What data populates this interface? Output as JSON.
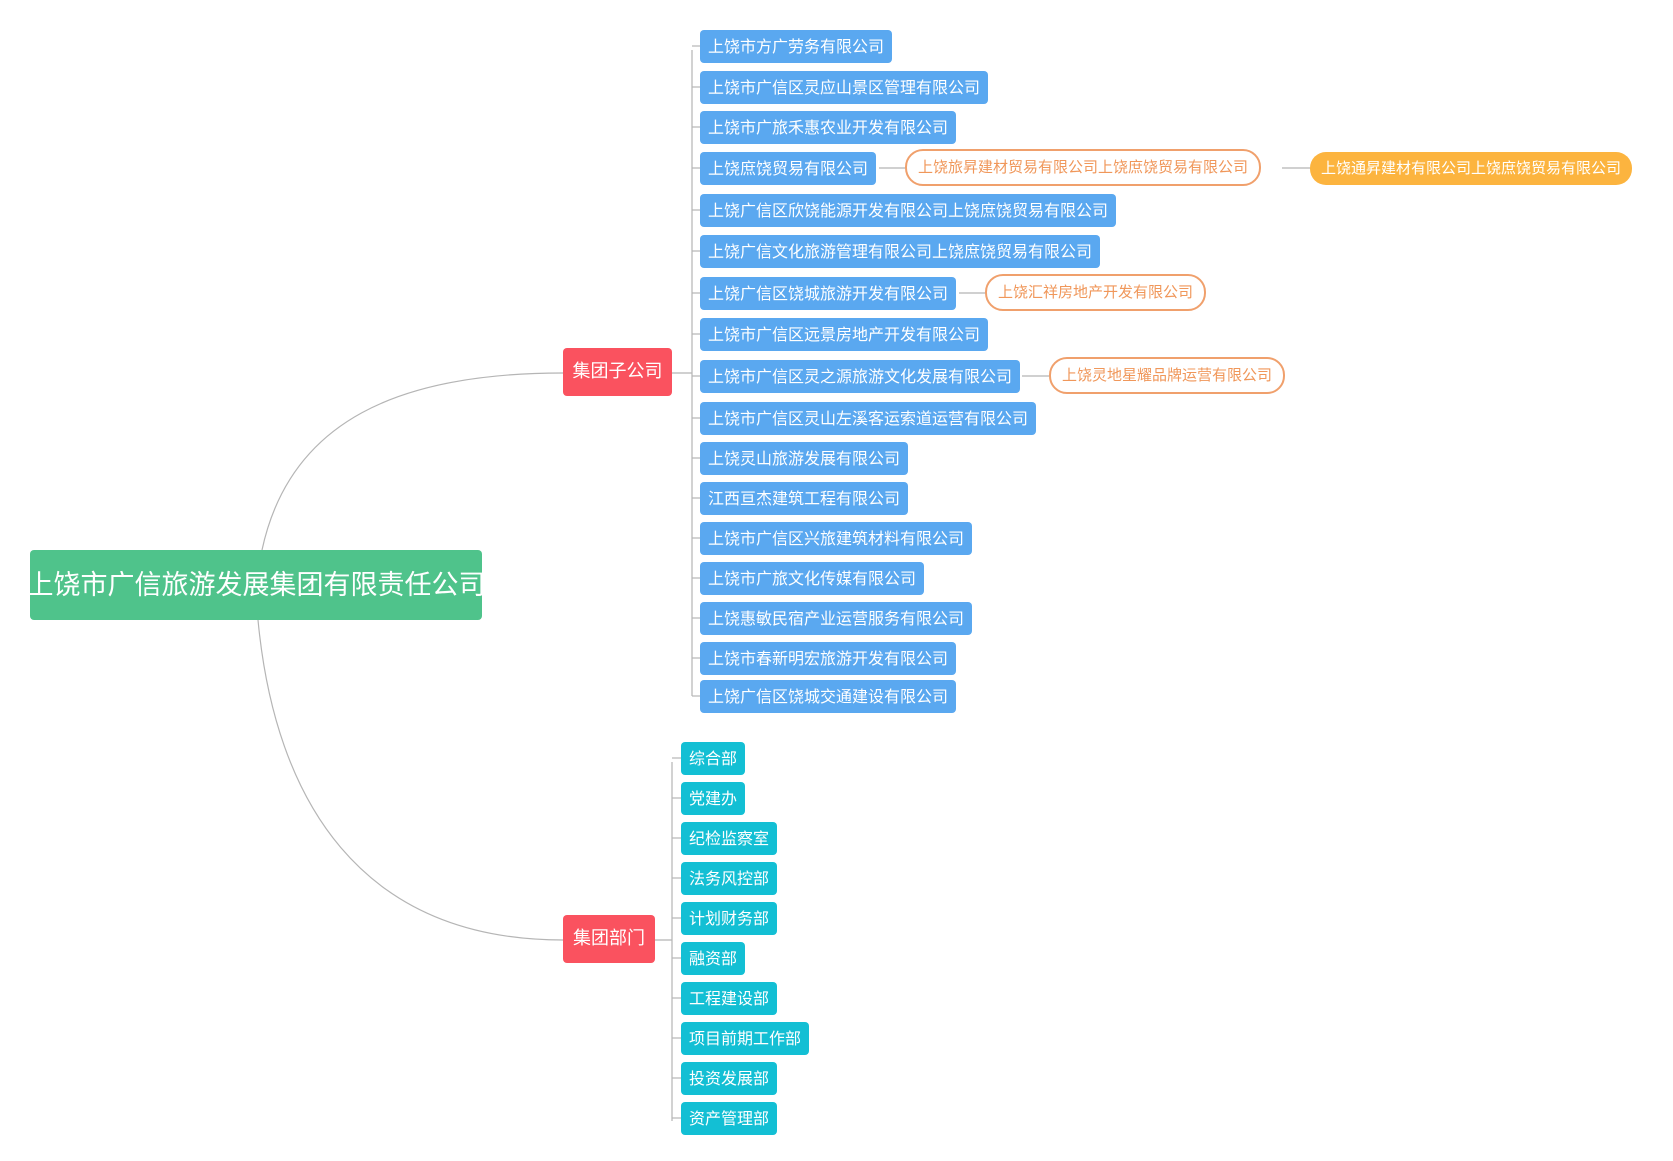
{
  "root": {
    "label": "上饶市广信旅游发展集团有限责任公司"
  },
  "subsidiaries": {
    "label": "集团子公司",
    "items": [
      {
        "label": "上饶市方广劳务有限公司"
      },
      {
        "label": "上饶市广信区灵应山景区管理有限公司"
      },
      {
        "label": "上饶市广旅禾惠农业开发有限公司"
      },
      {
        "label": "上饶庶饶贸易有限公司",
        "child": {
          "label": "上饶旅昇建材贸易有限公司上饶庶饶贸易有限公司",
          "child": {
            "label": "上饶通昇建材有限公司上饶庶饶贸易有限公司"
          }
        }
      },
      {
        "label": "上饶广信区欣饶能源开发有限公司上饶庶饶贸易有限公司"
      },
      {
        "label": "上饶广信文化旅游管理有限公司上饶庶饶贸易有限公司"
      },
      {
        "label": "上饶广信区饶城旅游开发有限公司",
        "child": {
          "label": "上饶汇祥房地产开发有限公司"
        }
      },
      {
        "label": "上饶市广信区远景房地产开发有限公司"
      },
      {
        "label": "上饶市广信区灵之源旅游文化发展有限公司",
        "child": {
          "label": "上饶灵地星耀品牌运营有限公司"
        }
      },
      {
        "label": "上饶市广信区灵山左溪客运索道运营有限公司"
      },
      {
        "label": "上饶灵山旅游发展有限公司"
      },
      {
        "label": "江西亘杰建筑工程有限公司"
      },
      {
        "label": "上饶市广信区兴旅建筑材料有限公司"
      },
      {
        "label": "上饶市广旅文化传媒有限公司"
      },
      {
        "label": "上饶惠敏民宿产业运营服务有限公司"
      },
      {
        "label": "上饶市春新明宏旅游开发有限公司"
      },
      {
        "label": "上饶广信区饶城交通建设有限公司"
      }
    ]
  },
  "departments": {
    "label": "集团部门",
    "items": [
      {
        "label": "综合部"
      },
      {
        "label": "党建办"
      },
      {
        "label": "纪检监察室"
      },
      {
        "label": "法务风控部"
      },
      {
        "label": "计划财务部"
      },
      {
        "label": "融资部"
      },
      {
        "label": "工程建设部"
      },
      {
        "label": "项目前期工作部"
      },
      {
        "label": "投资发展部"
      },
      {
        "label": "资产管理部"
      }
    ]
  },
  "colors": {
    "root": "#4fc38b",
    "branch": "#fa525f",
    "subsidiary": "#5aa8f0",
    "department": "#13bfd4",
    "sub_outline": "#f0a06c",
    "sub_fill": "#fcb43f",
    "connector": "#b5b5b5"
  }
}
